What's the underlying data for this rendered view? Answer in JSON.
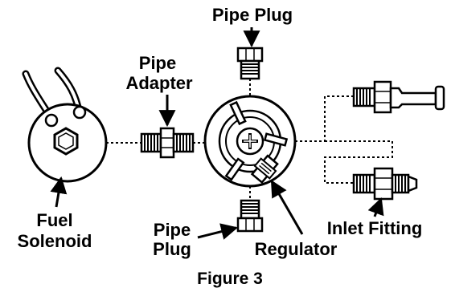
{
  "figure": {
    "caption": "Figure 3",
    "labels": {
      "pipe_plug_top": "Pipe Plug",
      "pipe_adapter_line1": "Pipe",
      "pipe_adapter_line2": "Adapter",
      "fuel_solenoid_line1": "Fuel",
      "fuel_solenoid_line2": "Solenoid",
      "pipe_plug_bottom_line1": "Pipe",
      "pipe_plug_bottom_line2": "Plug",
      "regulator": "Regulator",
      "inlet_fitting": "Inlet Fitting"
    }
  },
  "colors": {
    "line": "#000000",
    "background": "#ffffff"
  }
}
